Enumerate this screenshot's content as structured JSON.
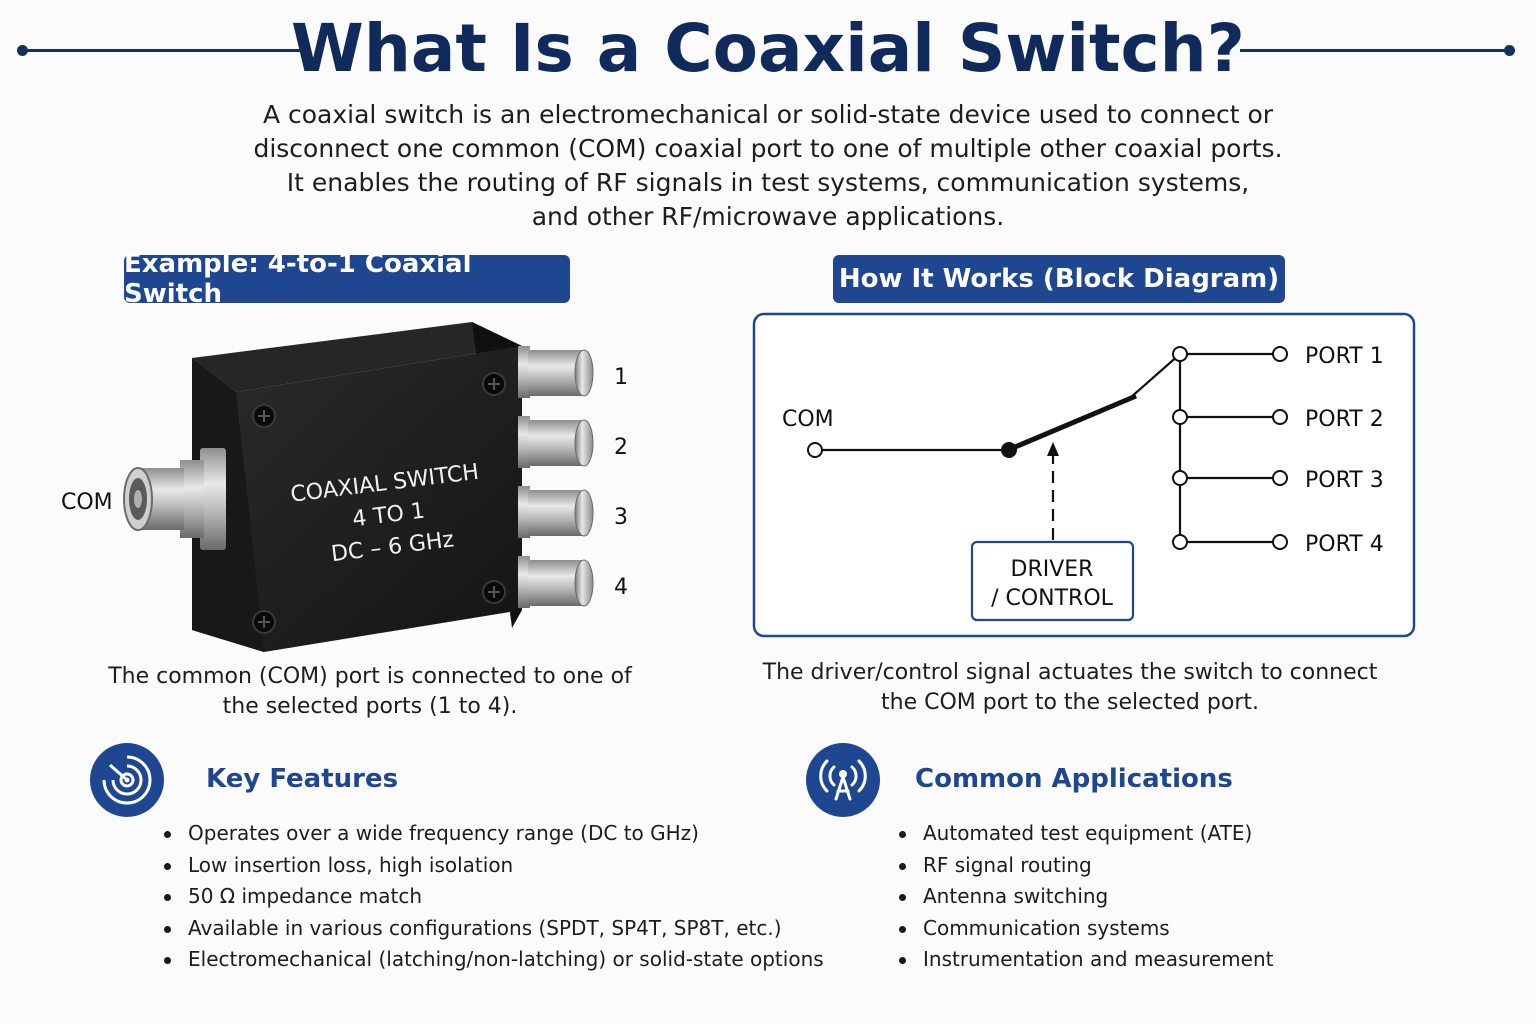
{
  "title": "What Is a Coaxial Switch?",
  "intro": [
    "A coaxial switch is an electromechanical or solid-state device used to connect or",
    "disconnect one common (COM) coaxial port to one of multiple other coaxial ports.",
    "It enables the routing of RF signals in test systems, communication systems,",
    "and other RF/microwave applications."
  ],
  "example": {
    "heading": "Example: 4-to-1 Coaxial Switch",
    "com_label": "COM",
    "device_text": [
      "COAXIAL SWITCH",
      "4 TO 1",
      "DC – 6 GHz"
    ],
    "port_numbers": [
      "1",
      "2",
      "3",
      "4"
    ],
    "caption": [
      "The common (COM) port is connected to one of",
      "the selected ports (1 to 4)."
    ]
  },
  "block_diagram": {
    "heading": "How It Works (Block Diagram)",
    "com_label": "COM",
    "ports": [
      "PORT 1",
      "PORT 2",
      "PORT 3",
      "PORT 4"
    ],
    "driver_label": [
      "DRIVER",
      "/ CONTROL"
    ],
    "caption": [
      "The driver/control signal actuates the switch to connect",
      "the COM port to the selected port."
    ]
  },
  "features": {
    "heading": "Key Features",
    "icon": "target-icon",
    "items": [
      "Operates over a wide frequency range (DC to GHz)",
      "Low insertion loss, high isolation",
      "50 Ω impedance match",
      "Available in various configurations (SPDT, SP4T, SP8T, etc.)",
      "Electromechanical (latching/non-latching) or solid-state options"
    ]
  },
  "applications": {
    "heading": "Common Applications",
    "icon": "antenna-icon",
    "items": [
      "Automated test equipment (ATE)",
      "RF signal routing",
      "Antenna switching",
      "Communication systems",
      "Instrumentation and measurement"
    ]
  },
  "colors": {
    "navy": "#102a5c",
    "accent": "#1f4690",
    "device": "#1c1c1c"
  }
}
